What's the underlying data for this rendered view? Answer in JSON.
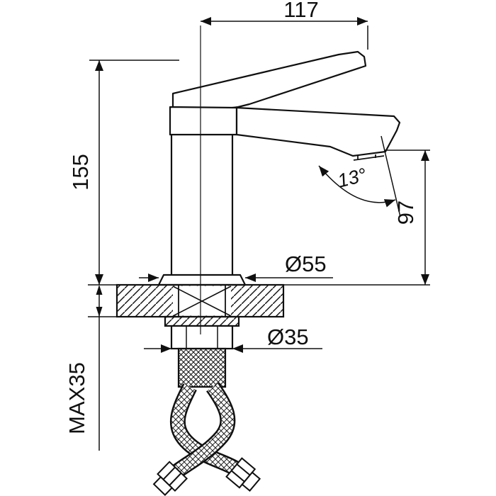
{
  "drawing": {
    "subject": "single-handle basin faucet installation drawing, side section view",
    "labels": {
      "spout_reach": "117",
      "overall_height": "155",
      "spout_angle": "13°",
      "outlet_height": "97",
      "base_diameter": "Ø55",
      "hole_diameter": "Ø35",
      "max_deck_thickness": "MAX35"
    },
    "colors": {
      "line": "#101010",
      "background": "#ffffff"
    }
  }
}
